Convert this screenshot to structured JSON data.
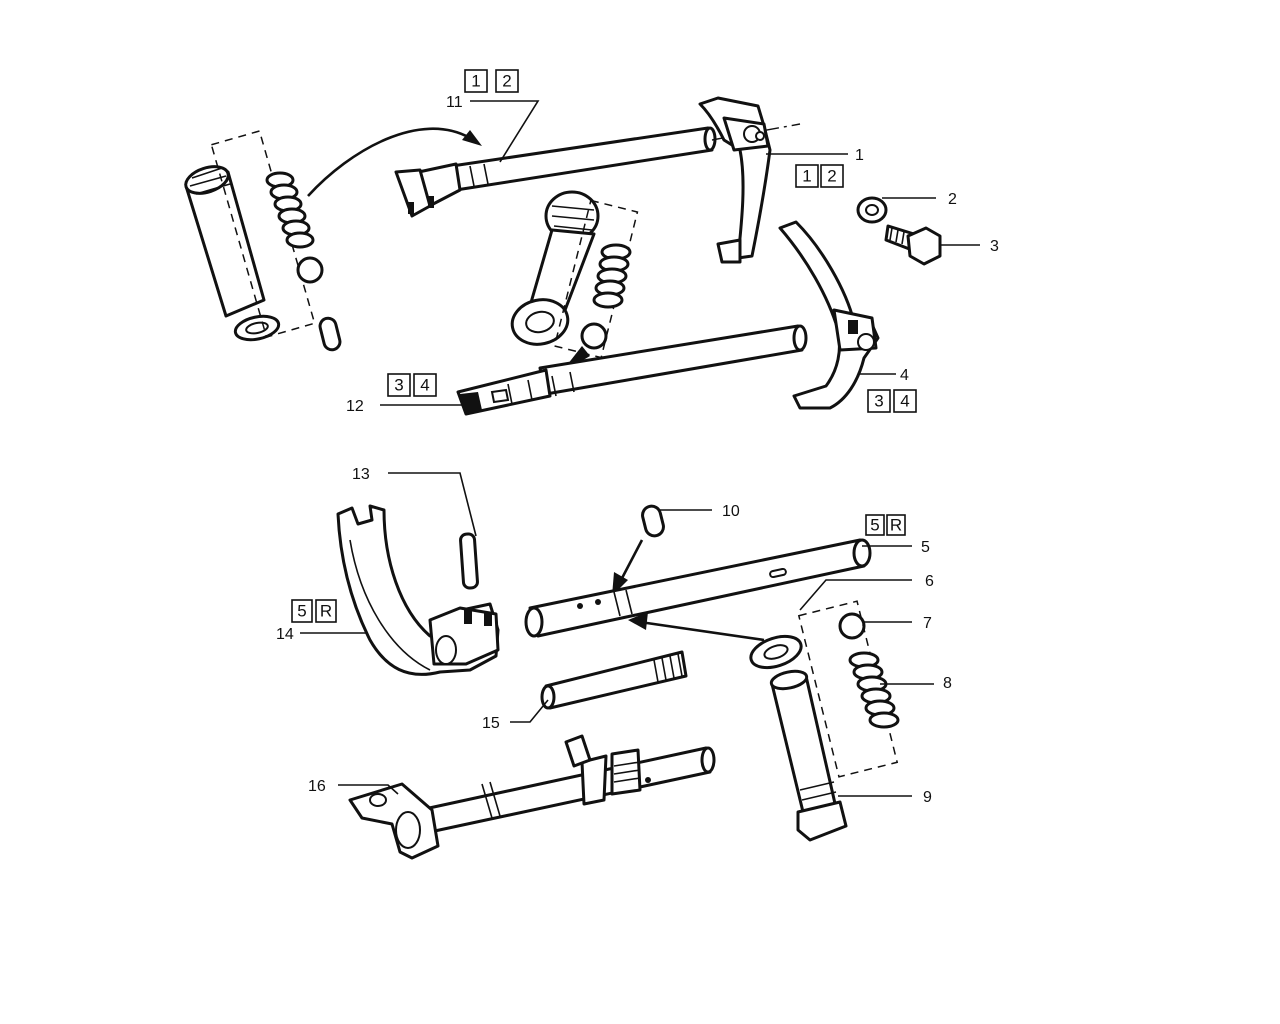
{
  "callouts": [
    "1",
    "2",
    "3",
    "4",
    "5",
    "6",
    "7",
    "8",
    "9",
    "10",
    "11",
    "12",
    "13",
    "14",
    "15",
    "16"
  ],
  "gear_tags": {
    "g12": [
      "1",
      "2"
    ],
    "g34": [
      "3",
      "4"
    ],
    "g5r": [
      "5",
      "R"
    ]
  }
}
